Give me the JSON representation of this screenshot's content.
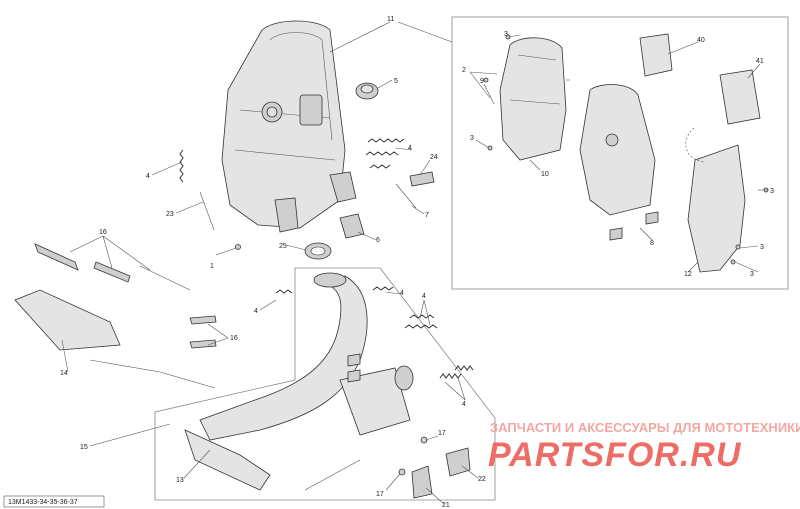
{
  "diagram_code": "13M1433-34-35-36-37",
  "watermark": {
    "line1": "ЗАПЧАСТИ И АКСЕССУАРЫ ДЛЯ МОТОТЕХНИКИ",
    "line2": "PARTSFOR.RU"
  },
  "callouts": {
    "c1": "1",
    "c2": "2",
    "c3": "3",
    "c4": "4",
    "c5": "5",
    "c6": "6",
    "c7": "7",
    "c8": "8",
    "c9": "9",
    "c10": "10",
    "c11": "11",
    "c12": "12",
    "c13": "13",
    "c14": "14",
    "c15": "15",
    "c16": "16",
    "c17": "17",
    "c21": "21",
    "c22": "22",
    "c23": "23",
    "c24": "24",
    "c25": "25",
    "c40": "40",
    "c41": "41"
  }
}
